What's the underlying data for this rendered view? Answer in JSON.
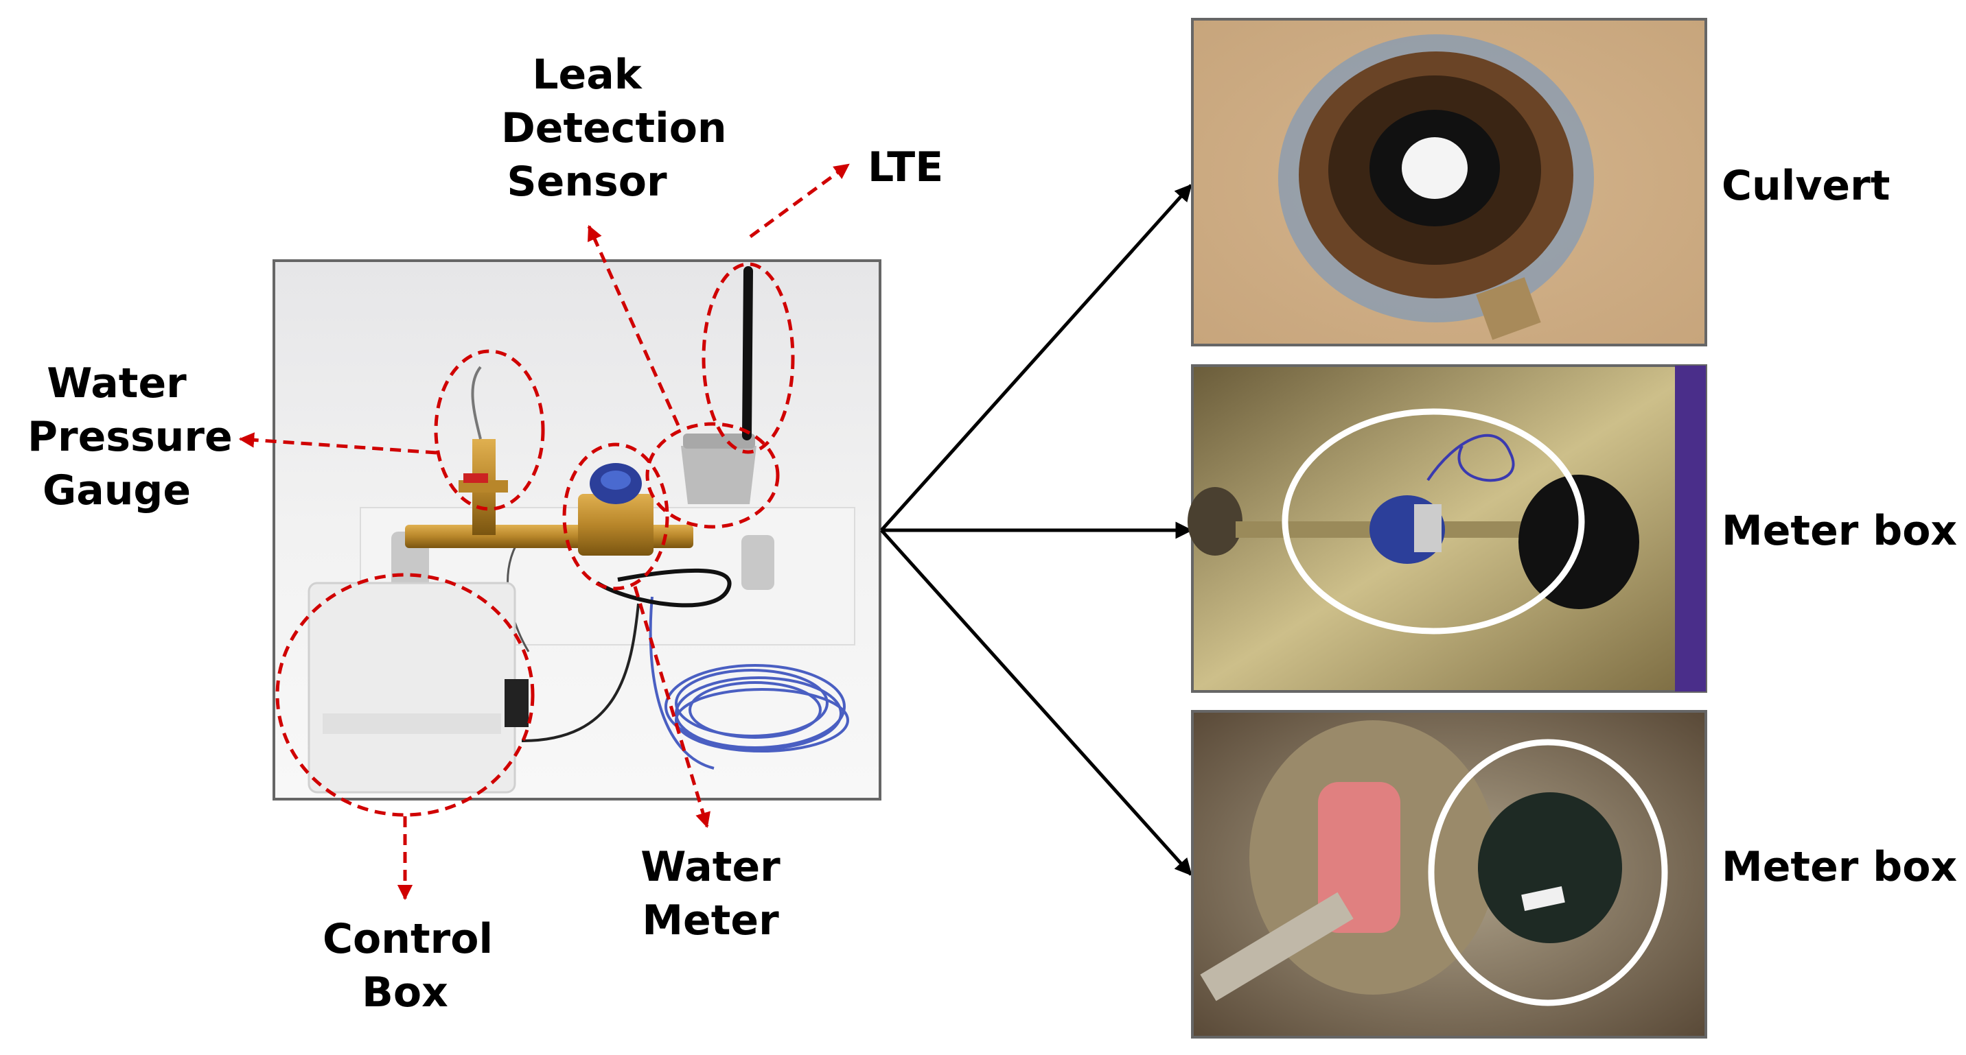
{
  "labels": {
    "leak_detection_sensor": [
      "Leak",
      "Detection",
      "Sensor"
    ],
    "lte": "LTE",
    "water_pressure_gauge": [
      "Water",
      "Pressure",
      "Gauge"
    ],
    "control_box": [
      "Control",
      "Box"
    ],
    "water_meter": [
      "Water",
      "Meter"
    ]
  },
  "installations": [
    {
      "label": "Culvert"
    },
    {
      "label": "Meter box"
    },
    {
      "label": "Meter box"
    }
  ],
  "colors": {
    "callout": "#d00000",
    "arrow": "#000000",
    "frame_border": "#666666",
    "highlight_ring": "#ffffff"
  }
}
